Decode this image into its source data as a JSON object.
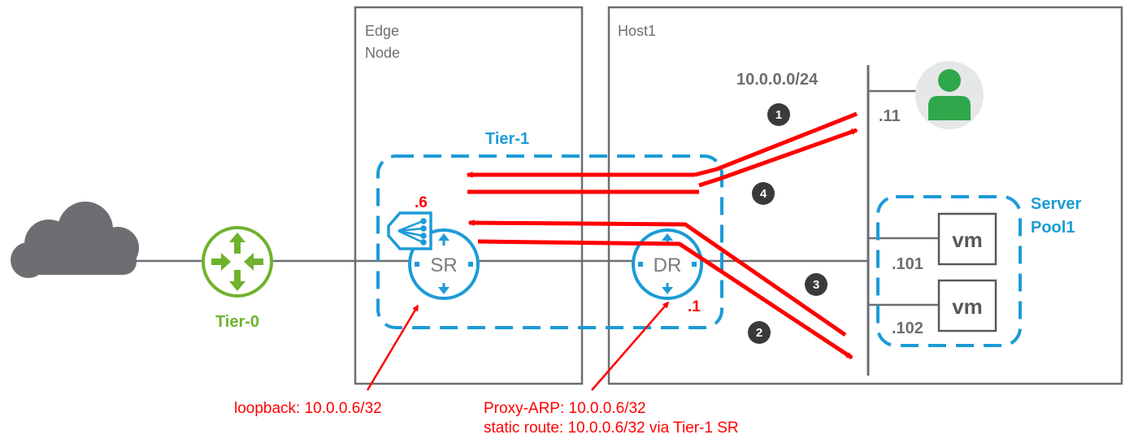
{
  "containers": {
    "edge_node": "Edge\nNode",
    "host1": "Host1"
  },
  "tier1": {
    "label": "Tier-1"
  },
  "tier0": {
    "label": "Tier-0"
  },
  "server_pool": {
    "label": "Server\nPool1"
  },
  "routers": {
    "sr": {
      "label": "SR",
      "ip": ".6"
    },
    "dr": {
      "label": "DR",
      "ip": ".1"
    }
  },
  "segment": {
    "subnet": "10.0.0.0/24",
    "client_ip": ".11",
    "vm1_ip": ".101",
    "vm2_ip": ".102"
  },
  "vms": [
    {
      "label": "vm"
    },
    {
      "label": "vm"
    }
  ],
  "steps": [
    "1",
    "2",
    "3",
    "4"
  ],
  "annotations": {
    "loopback": "loopback: 10.0.0.6/32",
    "proxy_arp": "Proxy-ARP: 10.0.0.6/32",
    "static_route": "static route: 10.0.0.6/32 via Tier-1 SR"
  },
  "colors": {
    "flow_arrows": "#ff0000",
    "tier1": "#1d9bd7",
    "tier0": "#6fb22d",
    "cloud": "#6d6e71",
    "badge": "#3a3a3a",
    "client": "#2ea84a"
  },
  "icons": {
    "cloud": "cloud-icon",
    "tier0_router": "router-icon",
    "sr_router": "router-icon",
    "dr_router": "router-icon",
    "load_balancer": "load-balancer-icon",
    "client": "user-icon"
  }
}
